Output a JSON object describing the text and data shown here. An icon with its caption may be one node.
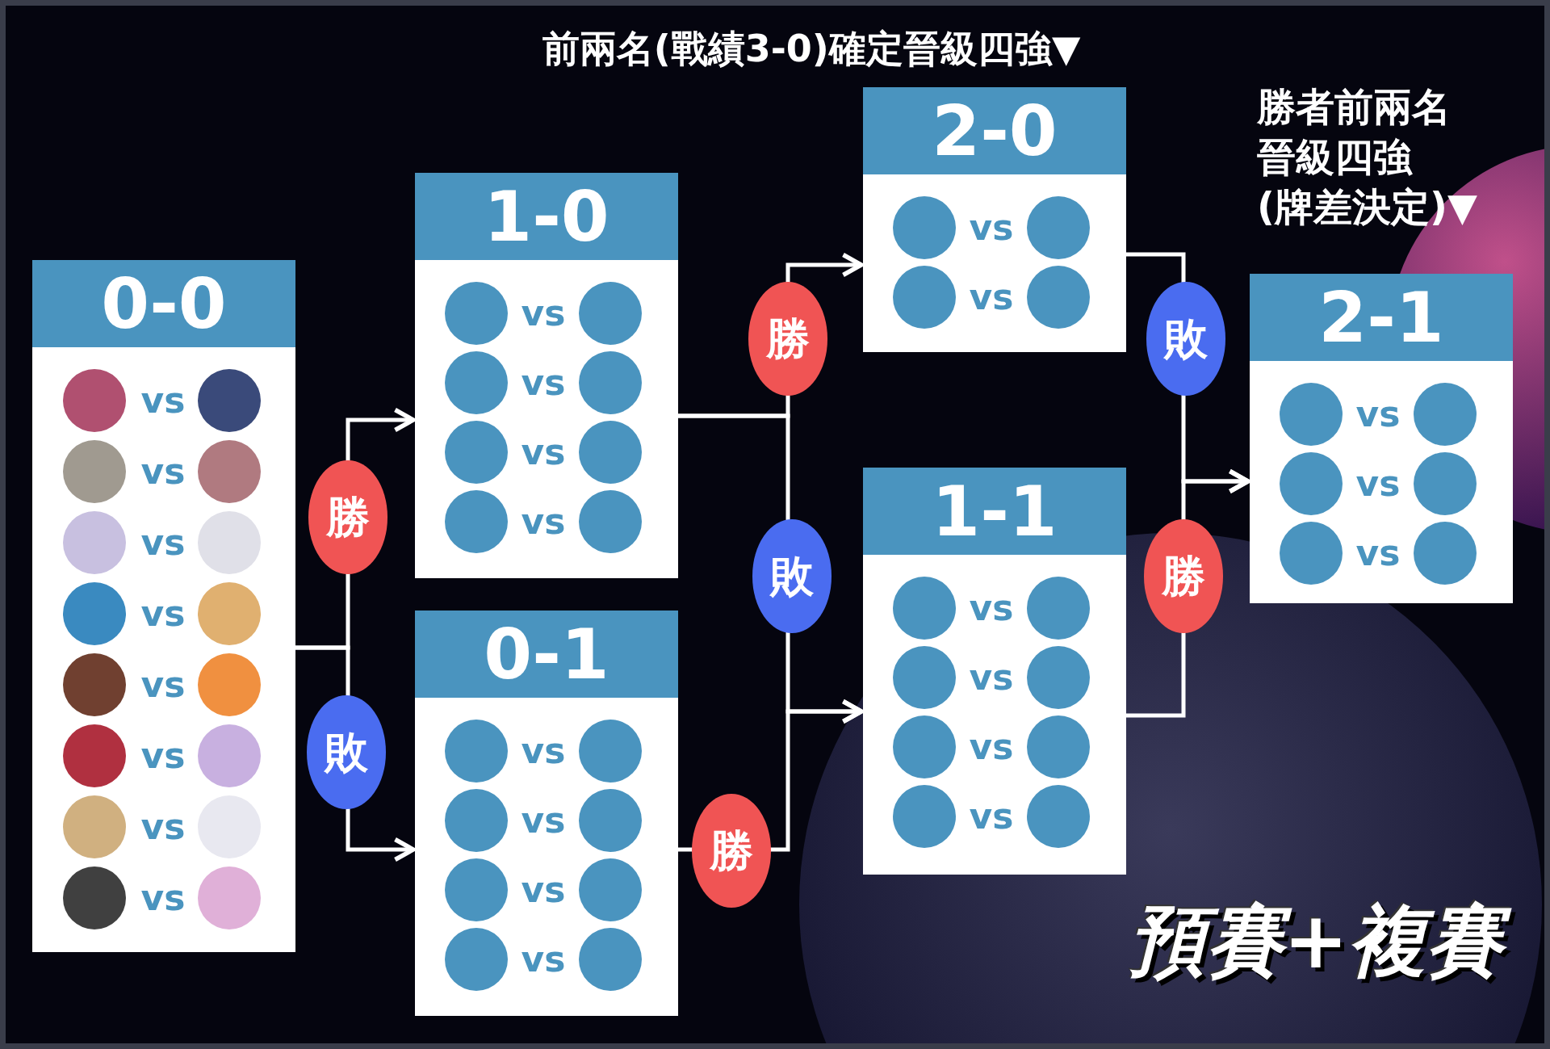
{
  "diagram": {
    "nodes": [
      {
        "text": [
          "0-0",
          "vs",
          "vs",
          "vs",
          "vs",
          "vs",
          "vs",
          "vs",
          "vs"
        ]
      },
      {
        "text": [
          "1-0",
          "vs",
          "vs",
          "vs",
          "vs"
        ]
      },
      {
        "text": [
          "0-1",
          "vs",
          "vs",
          "vs",
          "vs"
        ]
      },
      {
        "text": [
          "2-0",
          "vs",
          "vs"
        ]
      },
      {
        "text": [
          "1-1",
          "vs",
          "vs",
          "vs",
          "vs"
        ]
      },
      {
        "text": [
          "2-1",
          "vs",
          "vs",
          "vs"
        ]
      }
    ],
    "edges": [
      {
        "from": 0,
        "to": 1,
        "arrow": "to",
        "label": "勝"
      },
      {
        "from": 0,
        "to": 2,
        "arrow": "to",
        "label": "敗"
      },
      {
        "from": 1,
        "to": 3,
        "arrow": "to",
        "label": "勝"
      },
      {
        "from": 1,
        "to": 4,
        "arrow": "to",
        "label": "敗"
      },
      {
        "from": 2,
        "to": 4,
        "arrow": "to",
        "label": "勝"
      },
      {
        "from": 3,
        "to": 5,
        "arrow": "to",
        "label": "敗"
      },
      {
        "from": 4,
        "to": 5,
        "arrow": "to",
        "label": "勝"
      }
    ],
    "labels": [
      "前兩名(戰績3-0)確定晉級四強▼",
      "勝者前兩名",
      "晉級四強",
      "(牌差決定)▼",
      "預賽+複賽"
    ]
  }
}
